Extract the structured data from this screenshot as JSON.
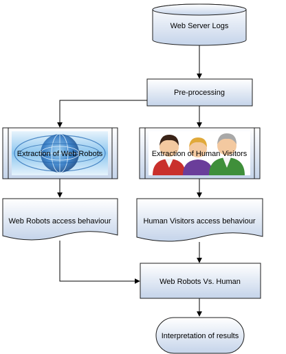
{
  "diagram": {
    "nodes": {
      "logs": {
        "label": "Web Server Logs",
        "shape": "database"
      },
      "preprocessing": {
        "label": "Pre-processing",
        "shape": "process"
      },
      "robots_extraction": {
        "label": "Extraction of Web Robots",
        "shape": "predefined-process",
        "icon": "globe-icon"
      },
      "humans_extraction": {
        "label": "Extraction of  Human Visitors",
        "shape": "predefined-process",
        "icon": "people-icon"
      },
      "robots_behaviour": {
        "label": "Web Robots access behaviour",
        "shape": "document"
      },
      "humans_behaviour": {
        "label": "Human Visitors access behaviour",
        "shape": "document"
      },
      "comparison": {
        "label": "Web Robots Vs. Human",
        "shape": "process"
      },
      "interpretation": {
        "label": "Interpretation of results",
        "shape": "terminator"
      }
    },
    "edges": [
      {
        "from": "logs",
        "to": "preprocessing"
      },
      {
        "from": "preprocessing",
        "to": "robots_extraction"
      },
      {
        "from": "preprocessing",
        "to": "humans_extraction"
      },
      {
        "from": "robots_extraction",
        "to": "robots_behaviour"
      },
      {
        "from": "humans_extraction",
        "to": "humans_behaviour"
      },
      {
        "from": "robots_behaviour",
        "to": "comparison"
      },
      {
        "from": "humans_behaviour",
        "to": "comparison"
      },
      {
        "from": "comparison",
        "to": "interpretation"
      }
    ],
    "colors": {
      "fill_top": "#ffffff",
      "fill_bottom": "#c5d4ea",
      "stroke": "#1c1c1c",
      "edge": "#000000",
      "globe_dark": "#1d5fa8",
      "globe_light": "#8cc6ef"
    }
  }
}
